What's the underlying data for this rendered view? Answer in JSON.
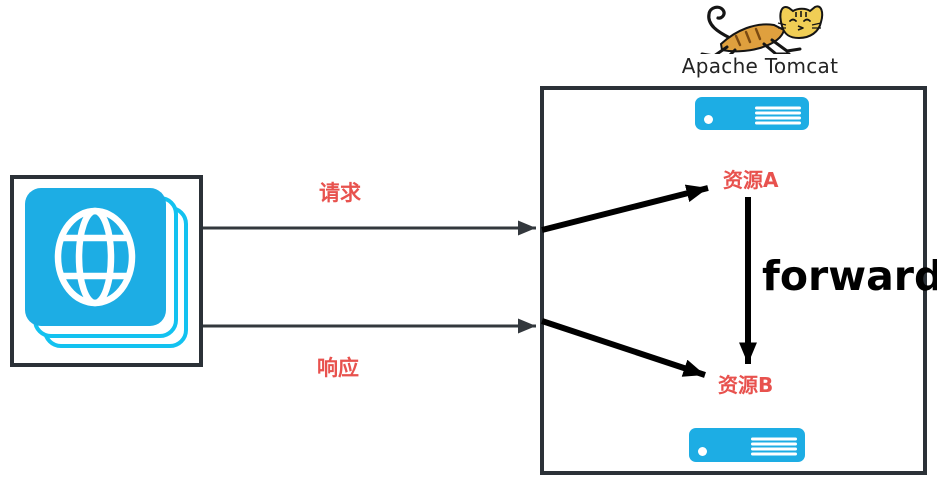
{
  "logo": {
    "label": "Apache Tomcat",
    "icon": "tomcat-cat"
  },
  "client": {
    "name": "browser",
    "icon": "globe-stack"
  },
  "flow": {
    "request_label": "请求",
    "response_label": "响应",
    "forward_label": "forward"
  },
  "server": {
    "resource_a": "资源A",
    "resource_b": "资源B",
    "top_bar_icon": "server-bar",
    "bottom_bar_icon": "server-bar"
  },
  "colors": {
    "accent_cyan": "#1dade4",
    "label_red": "#e8524e",
    "arrow_dark": "#33383d",
    "arrow_black": "#000000",
    "box_border": "#2b3137"
  }
}
